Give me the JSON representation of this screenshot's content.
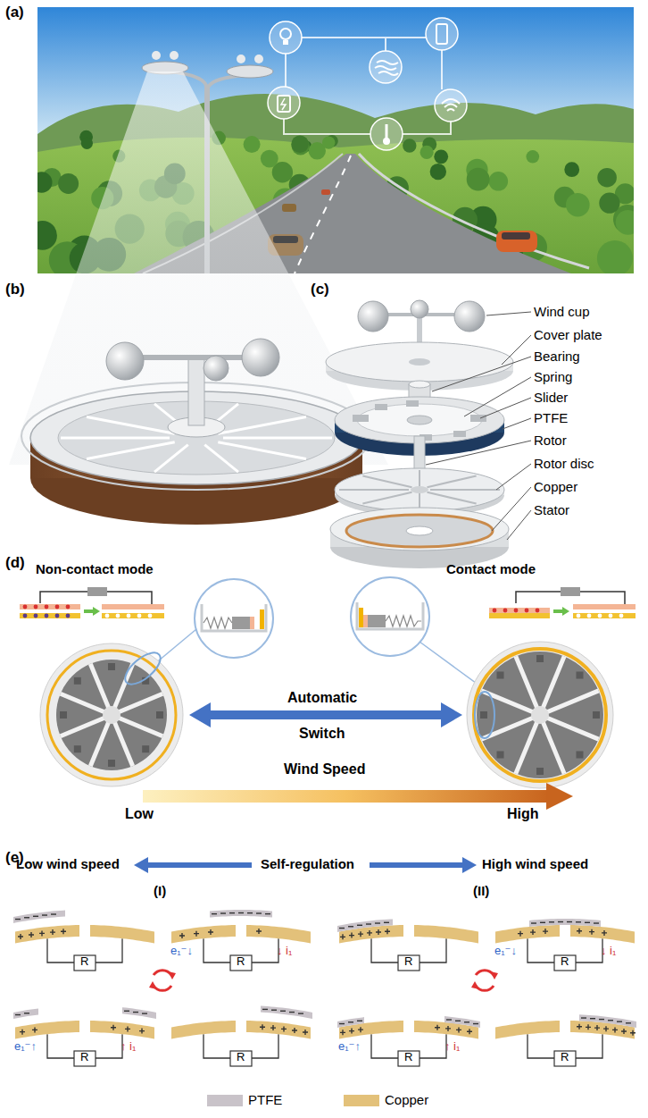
{
  "diagram": {
    "labels": [
      "(a)",
      "(b)",
      "(c)",
      "Wind cup",
      "Cover plate",
      "Bearing",
      "Spring",
      "Slider",
      "PTFE",
      "Rotor",
      "Rotor disc",
      "Copper",
      "Stator",
      "(d)",
      "Non-contact mode",
      "Contact mode",
      "Automatic",
      "Switch",
      "Wind Speed",
      "Low",
      "High",
      "(e)",
      "Low wind speed",
      "Self-regulation",
      "High wind speed",
      "(I)",
      "(II)",
      "R",
      "e₁⁻↓",
      "R",
      "↓ i₁",
      "e₁⁻↑",
      "R",
      "↑ i₁",
      "R",
      "R",
      "e₁⁻↓",
      "R",
      "↓ i₁",
      "e₁⁻↑",
      "R",
      "↑ i₁",
      "R"
    ],
    "legend": [
      {
        "text": "PTFE",
        "color": "#c9c3c9"
      },
      {
        "text": "Copper",
        "color": "#e3c17a"
      }
    ]
  }
}
